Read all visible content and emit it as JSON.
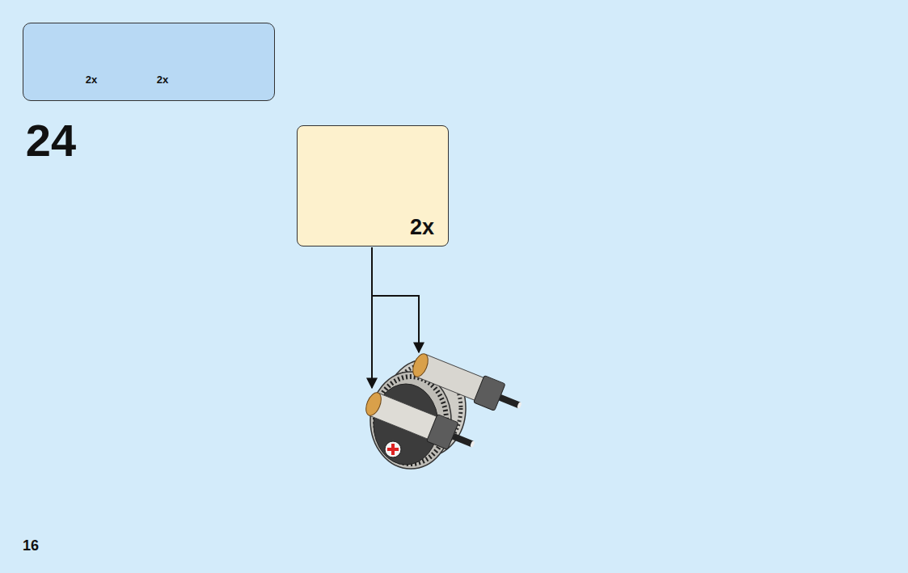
{
  "diagram": {
    "nodes": [
      {
        "text": [
          "2x",
          "2x"
        ]
      },
      {
        "text": [
          "2x"
        ]
      }
    ],
    "labels": [
      "24",
      "16"
    ]
  }
}
